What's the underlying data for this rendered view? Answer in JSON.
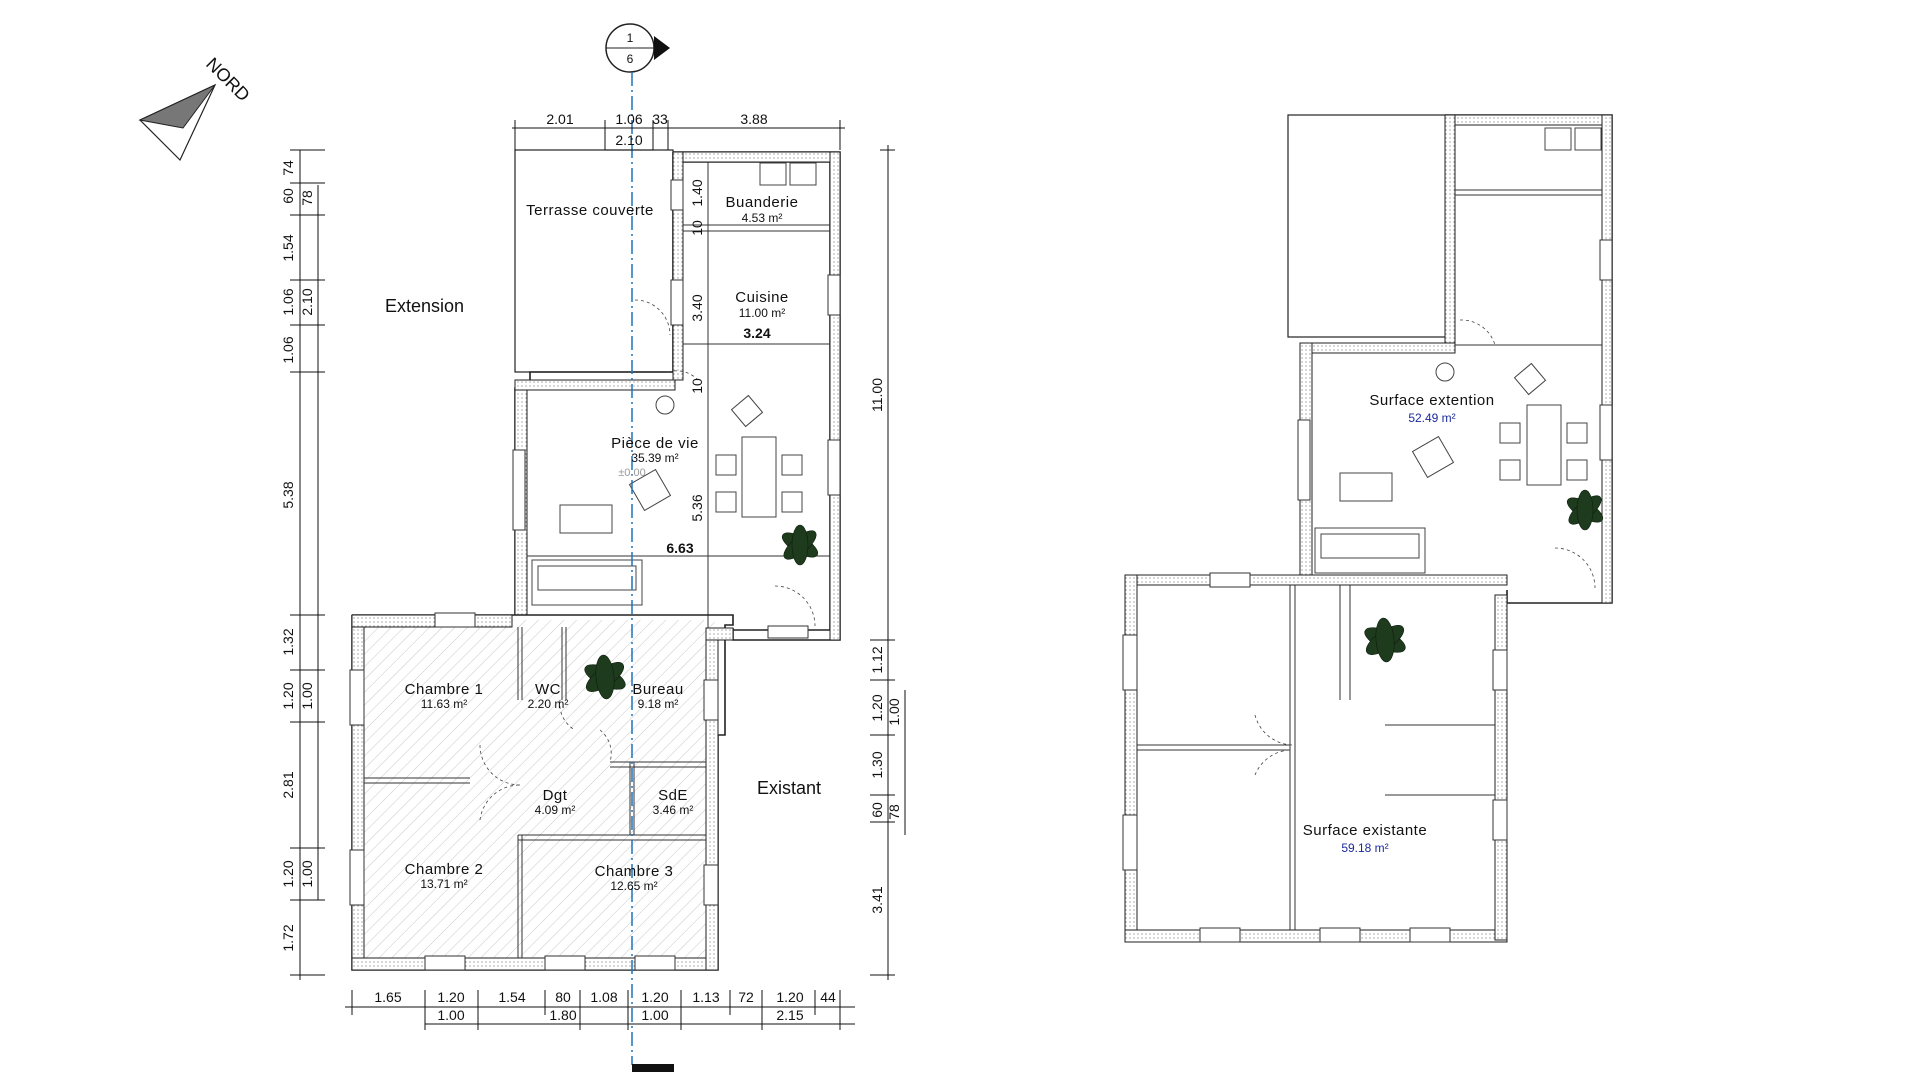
{
  "compass": {
    "label": "NORD"
  },
  "section_marker": {
    "top": "1",
    "bottom": "6"
  },
  "zones": {
    "extension": "Extension",
    "existant": "Existant"
  },
  "rooms": [
    {
      "name": "Terrasse couverte",
      "area": ""
    },
    {
      "name": "Buanderie",
      "area": "4.53 m²"
    },
    {
      "name": "Cuisine",
      "area": "11.00 m²"
    },
    {
      "name": "Pièce de vie",
      "area": "35.39 m²",
      "level": "±0.00"
    },
    {
      "name": "Chambre 1",
      "area": "11.63 m²"
    },
    {
      "name": "WC",
      "area": "2.20 m²"
    },
    {
      "name": "Bureau",
      "area": "9.18 m²"
    },
    {
      "name": "Dgt",
      "area": "4.09 m²"
    },
    {
      "name": "SdE",
      "area": "3.46 m²"
    },
    {
      "name": "Chambre 2",
      "area": "13.71 m²"
    },
    {
      "name": "Chambre 3",
      "area": "12.65 m²"
    }
  ],
  "dims_top": [
    "2.01",
    "1.06",
    "33",
    "3.88",
    "2.10"
  ],
  "dims_bottom_row1": [
    "1.65",
    "1.20",
    "1.54",
    "80",
    "1.08",
    "1.20",
    "1.13",
    "72",
    "1.20",
    "44"
  ],
  "dims_bottom_row2": [
    "1.00",
    "1.80",
    "1.00",
    "2.15"
  ],
  "dims_left_outer": [
    "74",
    "60",
    "1.54",
    "1.06",
    "1.06",
    "5.38",
    "1.32",
    "1.20",
    "2.81",
    "1.20",
    "1.72"
  ],
  "dims_left_inner": [
    "78",
    "2.10",
    "1.00",
    "1.00"
  ],
  "dims_right": [
    "11.00",
    "1.12",
    "1.20",
    "1.30",
    "60",
    "3.41"
  ],
  "dims_right_inner": [
    "1.00",
    "78"
  ],
  "dims_interior": [
    "1.40",
    "10",
    "3.40",
    "3.24",
    "10",
    "5.36",
    "6.63"
  ],
  "summary": {
    "extension_label": "Surface extention",
    "extension_area": "52.49 m²",
    "existing_label": "Surface existante",
    "existing_area": "59.18 m²"
  }
}
